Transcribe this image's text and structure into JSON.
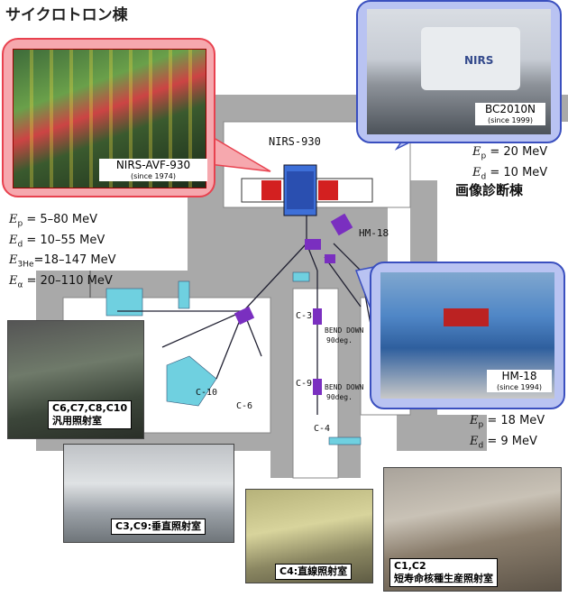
{
  "title": "サイクロトロン棟",
  "building2": "画像診断棟",
  "machines": {
    "avf": {
      "name": "NIRS-AVF-930",
      "since": "(since 1974)"
    },
    "bc": {
      "name": "BC2010N",
      "since": "(since 1999)"
    },
    "hm": {
      "name": "HM-18",
      "since": "(since 1994)"
    }
  },
  "plan_labels": {
    "nirs930": "NIRS-930",
    "hm18": "HM-18",
    "c3": "C-3",
    "c9": "C-9",
    "c4": "C-4",
    "c6": "C-6",
    "c10": "C-10",
    "bend1": "BEND DOWN",
    "bend1b": "90deg.",
    "bend2": "BEND DOWN",
    "bend2b": "90deg."
  },
  "energies": {
    "avf": [
      {
        "sym": "E",
        "sub": "p",
        "eq": "=",
        "val": "5–80 MeV"
      },
      {
        "sym": "E",
        "sub": "d",
        "eq": "=",
        "val": "10–55 MeV"
      },
      {
        "sym": "E",
        "sub": "3He",
        "eq": "=",
        "val": "18–147 MeV"
      },
      {
        "sym": "E",
        "sub": "α",
        "eq": "=",
        "val": "20–110 MeV"
      }
    ],
    "bc": [
      {
        "sym": "E",
        "sub": "p",
        "eq": "=",
        "val": "20 MeV"
      },
      {
        "sym": "E",
        "sub": "d",
        "eq": "=",
        "val": "10 MeV"
      }
    ],
    "hm": [
      {
        "sym": "E",
        "sub": "p",
        "eq": "=",
        "val": "18 MeV"
      },
      {
        "sym": "E",
        "sub": "d",
        "eq": "=",
        "val": "9 MeV"
      }
    ]
  },
  "rooms": {
    "general": {
      "line1": "C6,C7,C8,C10",
      "line2": "汎用照射室"
    },
    "vertical": "C3,C9:垂直照射室",
    "linear": "C4:直線照射室",
    "short": {
      "line1": "C1,C2",
      "line2": "短寿命核種生産照射室"
    }
  },
  "colors": {
    "callout_red": "#e8424f",
    "callout_blue": "#3a4fbf",
    "callout_red_fill": "#f6a8ae",
    "callout_blue_fill": "#b9c3f2",
    "shield_gray": "#a8a8a8",
    "cyan": "#6fd0e0"
  }
}
